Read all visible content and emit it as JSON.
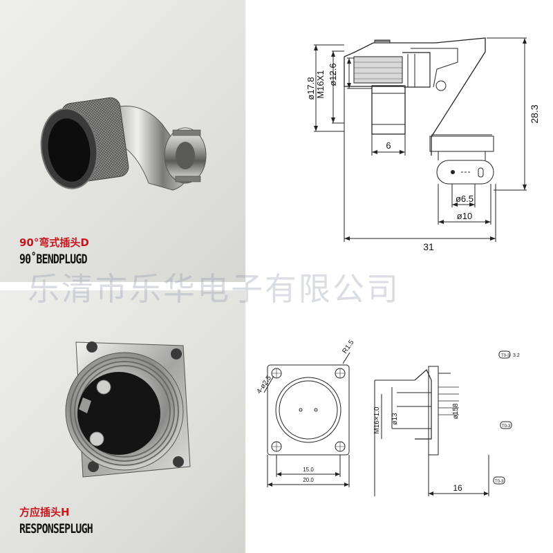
{
  "colors": {
    "caption_cn": "#c8161d",
    "caption_en": "#111111",
    "watermark": "#8c96aa",
    "line": "#222222"
  },
  "top": {
    "caption_cn": "90°弯式插头D",
    "caption_en": "90˚BENDPLUGD",
    "dims": {
      "d17_8": "ø17.8",
      "m16": "M16X1",
      "d12_6": "ø12.6",
      "six": "6",
      "h28_3": "28.3",
      "d6_5": "ø6.5",
      "d10": "ø10",
      "w31": "31"
    }
  },
  "watermark": "乐清市乐华电子有限公司",
  "bottom": {
    "caption_cn": "方应插头H",
    "caption_en": "RESPONSEPLUGH",
    "dims": {
      "r1_5": "R1.5",
      "holes": "4-ø2.5",
      "w15": "15.0",
      "w20": "20.0",
      "m16": "M16×1.0",
      "d13": "ø13",
      "d15_8": "ø158",
      "sixteen": "16",
      "tol1": "T0-3",
      "tol2": "3.2",
      "tol3": "T0-3",
      "tol4": "T0-3"
    }
  }
}
